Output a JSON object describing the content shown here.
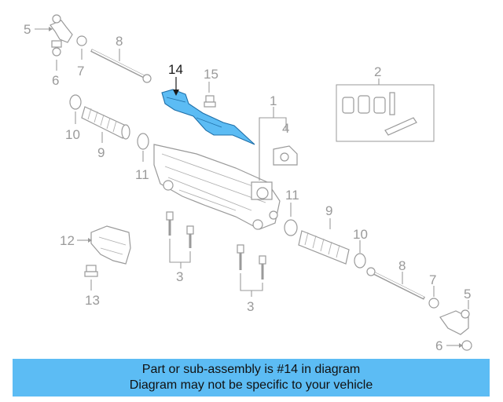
{
  "callouts": {
    "c1": "1",
    "c2": "2",
    "c3a": "3",
    "c3b": "3",
    "c4": "4",
    "c5a": "5",
    "c5b": "5",
    "c6a": "6",
    "c6b": "6",
    "c7a": "7",
    "c7b": "7",
    "c8a": "8",
    "c8b": "8",
    "c9a": "9",
    "c9b": "9",
    "c10a": "10",
    "c10b": "10",
    "c11a": "11",
    "c11b": "11",
    "c12": "12",
    "c13": "13",
    "c14": "14",
    "c15": "15"
  },
  "highlighted_part": "14",
  "colors": {
    "highlight": "#5cbcf4",
    "caption_bg": "#5cbcf4",
    "line_art": "#9a9a9a"
  },
  "caption": {
    "line1": "Part or sub-assembly is #14 in diagram",
    "line2": "Diagram may not be specific to your vehicle"
  }
}
